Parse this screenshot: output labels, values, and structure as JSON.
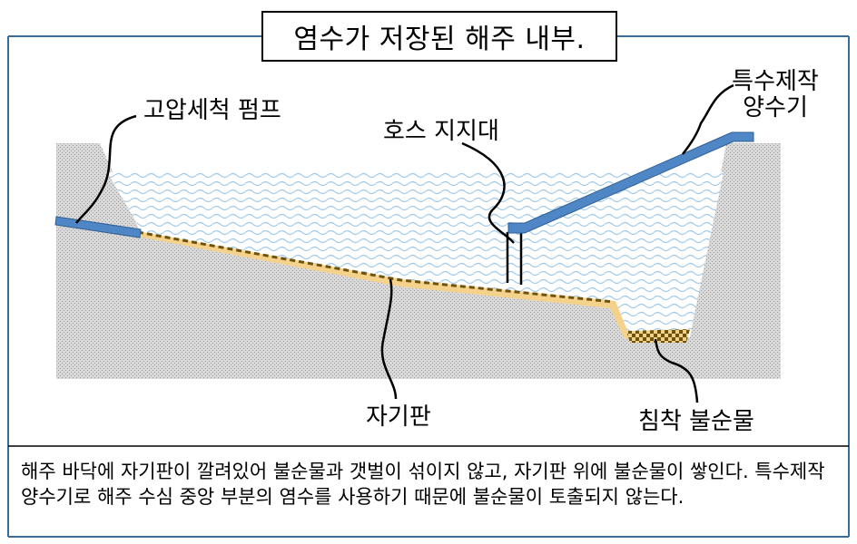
{
  "title": "염수가 저장된 해주 내부.",
  "labels": {
    "pump": "고압세척 펌프",
    "hose_support": "호스 지지대",
    "special_pump_line1": "특수제작",
    "special_pump_line2": "양수기",
    "magnetic_plate": "자기판",
    "sediment": "침착 불순물"
  },
  "caption": "해주 바닥에 자기판이 깔려있어 불순물과 갯벌이 섞이지 않고, 자기판 위에 불순물이 쌓인다. 특수제작 양수기로 해주 수심 중앙 부분의 염수를 사용하기 때문에 불순물이 토출되지 않는다.",
  "colors": {
    "frame": "#3a6c9a",
    "ground": "#c8c8c8",
    "water": "#aed4ef",
    "pipe": "#4f86c6",
    "plate": "#f5d28b",
    "sediment": "#7a5a10"
  }
}
